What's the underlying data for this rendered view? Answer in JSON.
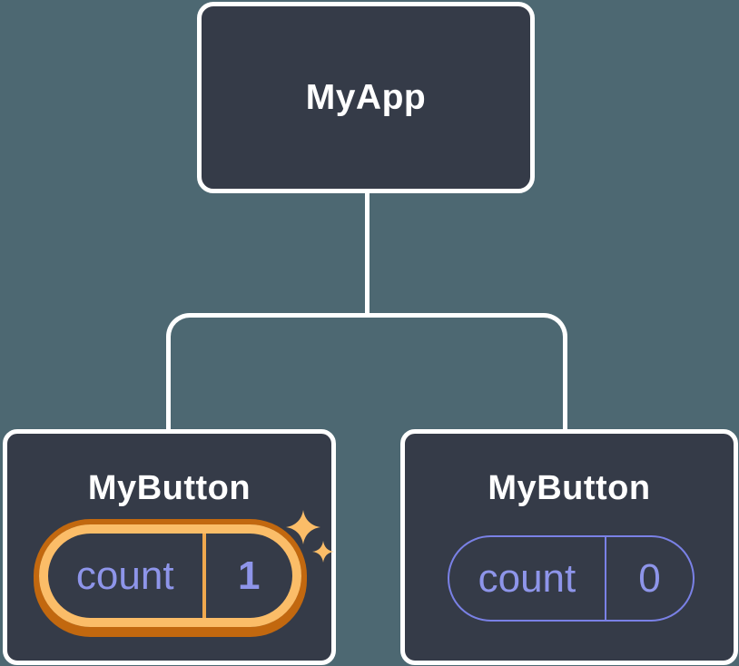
{
  "diagram": {
    "title": "component-tree",
    "root": {
      "label": "MyApp"
    },
    "children": [
      {
        "label": "MyButton",
        "highlighted": true,
        "state": {
          "key": "count",
          "value": "1"
        }
      },
      {
        "label": "MyButton",
        "highlighted": false,
        "state": {
          "key": "count",
          "value": "0"
        }
      }
    ]
  },
  "icons": {
    "sparkles": "sparkles-icon"
  },
  "colors": {
    "background": "#4d6872",
    "node_fill": "#353b48",
    "node_border": "#ffffff",
    "connector": "#ffffff",
    "title_text": "#ffffff",
    "highlight_outer": "#c2680f",
    "highlight_inner": "#fbbd68",
    "highlight_divider": "#f0a84e",
    "state_text": "#8e95ea",
    "state_border": "#7a81e6",
    "sparkle": "#fbbd68"
  }
}
